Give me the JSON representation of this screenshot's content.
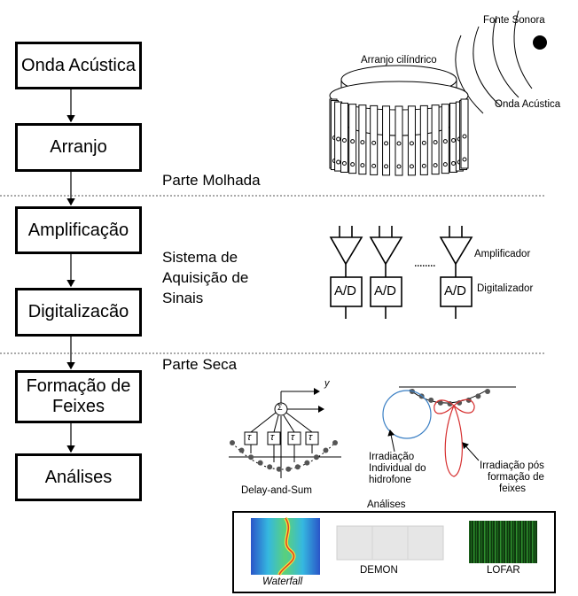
{
  "flow": {
    "boxes": [
      "Onda Acústica",
      "Arranjo",
      "Amplificação",
      "Digitalizacão",
      "Formação de Feixes",
      "Análises"
    ]
  },
  "sections": {
    "wet": "Parte Molhada",
    "acq_line1": "Sistema de",
    "acq_line2": "Aquisição de",
    "acq_line3": "Sinais",
    "dry": "Parte Seca"
  },
  "array_illustration": {
    "source_label": "Fonte Sonora",
    "cylinder_label": "Arranjo cilíndrico",
    "wave_label": "Onda Acústica"
  },
  "acquisition_illustration": {
    "amp_label": "Amplificador",
    "adc_label": "Digitalizador",
    "adc_box": "A/D"
  },
  "beamforming": {
    "das_label": "Delay-and-Sum",
    "output_label": "y",
    "sum_symbol": "Σ",
    "delay_symbol": "τ",
    "individual_line1": "Irradiação",
    "individual_line2": "Individual do",
    "individual_line3": "hidrofone",
    "after_line1": "Irradiação pós",
    "after_line2": "formação de",
    "after_line3": "feixes"
  },
  "analyses": {
    "title": "Análises",
    "panels": [
      "Waterfall",
      "DEMON",
      "LOFAR"
    ]
  },
  "colors": {
    "individual_pattern": "#3a7fc4",
    "beam_pattern": "#d63030",
    "lofar_green": "#1f7a1f"
  }
}
